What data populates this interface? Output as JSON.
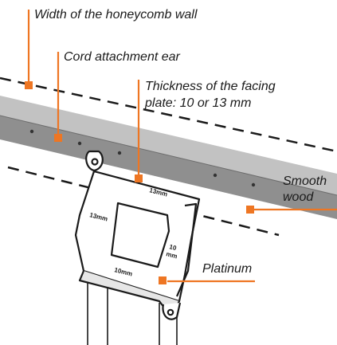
{
  "labels": {
    "honeycomb_wall_width": "Width of the honeycomb wall",
    "cord_attachment_ear": "Cord attachment ear",
    "facing_plate_thickness_line1": "Thickness of the facing",
    "facing_plate_thickness_line2": "plate: 10 or 13 mm",
    "smooth_wood_line1": "Smooth",
    "smooth_wood_line2": "wood",
    "platinum": "Platinum"
  },
  "dimensions": {
    "top": "13mm",
    "left": "13mm",
    "right_value": "10",
    "right_unit": "mm",
    "bottom": "10mm"
  },
  "colors": {
    "callout": "#ee7623",
    "beam_light": "#b8b8b8",
    "beam_dark": "#8e8e8e",
    "line": "#1a1a1a"
  }
}
